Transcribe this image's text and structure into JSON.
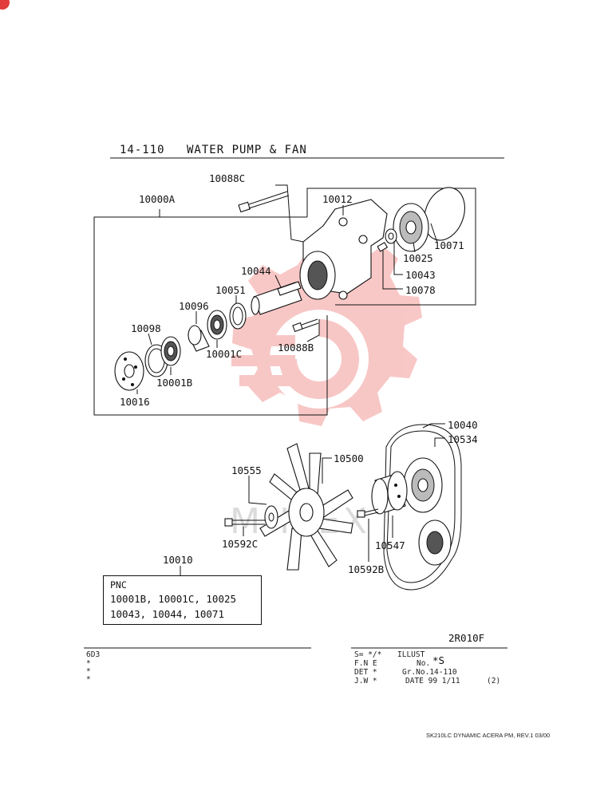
{
  "header": {
    "group_number": "14-110",
    "group_title": "WATER PUMP & FAN"
  },
  "callouts": {
    "p10088C": "10088C",
    "p10000A": "10000A",
    "p10012": "10012",
    "p10071": "10071",
    "p10025": "10025",
    "p10043": "10043",
    "p10078": "10078",
    "p10044": "10044",
    "p10051": "10051",
    "p10096": "10096",
    "p10098": "10098",
    "p10001C": "10001C",
    "p10088B": "10088B",
    "p10001B": "10001B",
    "p10016": "10016",
    "p10040": "10040",
    "p10534": "10534",
    "p10500": "10500",
    "p10555": "10555",
    "p10592C": "10592C",
    "p10547": "10547",
    "p10592B": "10592B",
    "p10010": "10010"
  },
  "pnc_box": {
    "heading": "PNC",
    "line1": "10001B, 10001C, 10025",
    "line2": "10043, 10044, 10071"
  },
  "illustration_code": "2R010F",
  "info_left": {
    "model": "6D3",
    "row1": "*",
    "row2": "*",
    "row3": "*"
  },
  "info_right": {
    "s_label": "S= */*",
    "f_label": "F.N E",
    "d_label": "DET *",
    "j_label": "J.W *",
    "illust_label": "ILLUST",
    "no_label": "No.",
    "no_value": "*S",
    "gr_label": "Gr.No.14-110",
    "date_label": "DATE  99 1/11",
    "page": "(2)"
  },
  "footer": {
    "doc_ref": "SK210LC DYNAMIC ACERA PM,  REV.1 03/00"
  },
  "watermark": {
    "text": "MHTEX",
    "color": "#e53935"
  }
}
